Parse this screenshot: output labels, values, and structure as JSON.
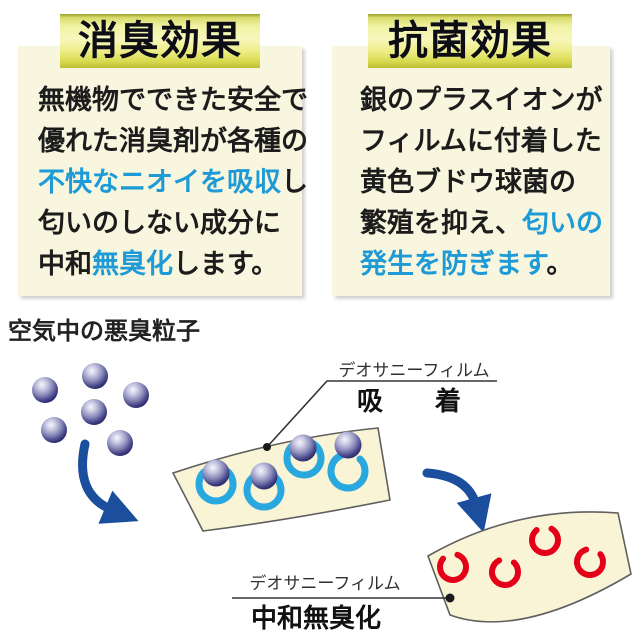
{
  "colors": {
    "band_text": "#0d0d16",
    "band_yellow_light": "#f7f7bd",
    "band_yellow_deep": "#bcbe33",
    "panel_bg": "#f8f6de",
    "text_dark": "#1c1c1c",
    "text_blue": "#1e9ad6",
    "arrow_blue": "#1b4f9e",
    "cup_blue": "#29a8e0",
    "cup_red": "#e50019",
    "film_fill": "#f9f4d6",
    "film_stroke": "#5f5f5f",
    "label_dark": "#2f2f2f"
  },
  "panels": [
    {
      "id": "deodorizing",
      "header": "消臭効果",
      "lines": [
        [
          {
            "t": "無機物でできた安全で",
            "c": "dark"
          }
        ],
        [
          {
            "t": "優れた消臭剤が各種の",
            "c": "dark"
          }
        ],
        [
          {
            "t": "不快なニオイを吸収",
            "c": "blue"
          },
          {
            "t": "し",
            "c": "dark"
          }
        ],
        [
          {
            "t": "匂いのしない成分に",
            "c": "dark"
          }
        ],
        [
          {
            "t": "中和",
            "c": "dark"
          },
          {
            "t": "無臭化",
            "c": "blue"
          },
          {
            "t": "します。",
            "c": "dark"
          }
        ]
      ]
    },
    {
      "id": "antibacterial",
      "header": "抗菌効果",
      "lines": [
        [
          {
            "t": "銀のプラスイオンが",
            "c": "dark"
          }
        ],
        [
          {
            "t": "フィルムに付着した",
            "c": "dark"
          }
        ],
        [
          {
            "t": "黄色ブドウ球菌の",
            "c": "dark"
          }
        ],
        [
          {
            "t": "繁殖を抑え、",
            "c": "dark"
          },
          {
            "t": "匂いの",
            "c": "blue"
          }
        ],
        [
          {
            "t": "発生を防ぎます",
            "c": "blue"
          },
          {
            "t": "。",
            "c": "dark"
          }
        ]
      ]
    }
  ],
  "diagram": {
    "particles_label": "空気中の悪臭粒子",
    "film1_label": "デオサニーフィルム",
    "film1_caption": "吸　　着",
    "film2_label": "デオサニーフィルム",
    "film2_caption": "中和無臭化"
  }
}
